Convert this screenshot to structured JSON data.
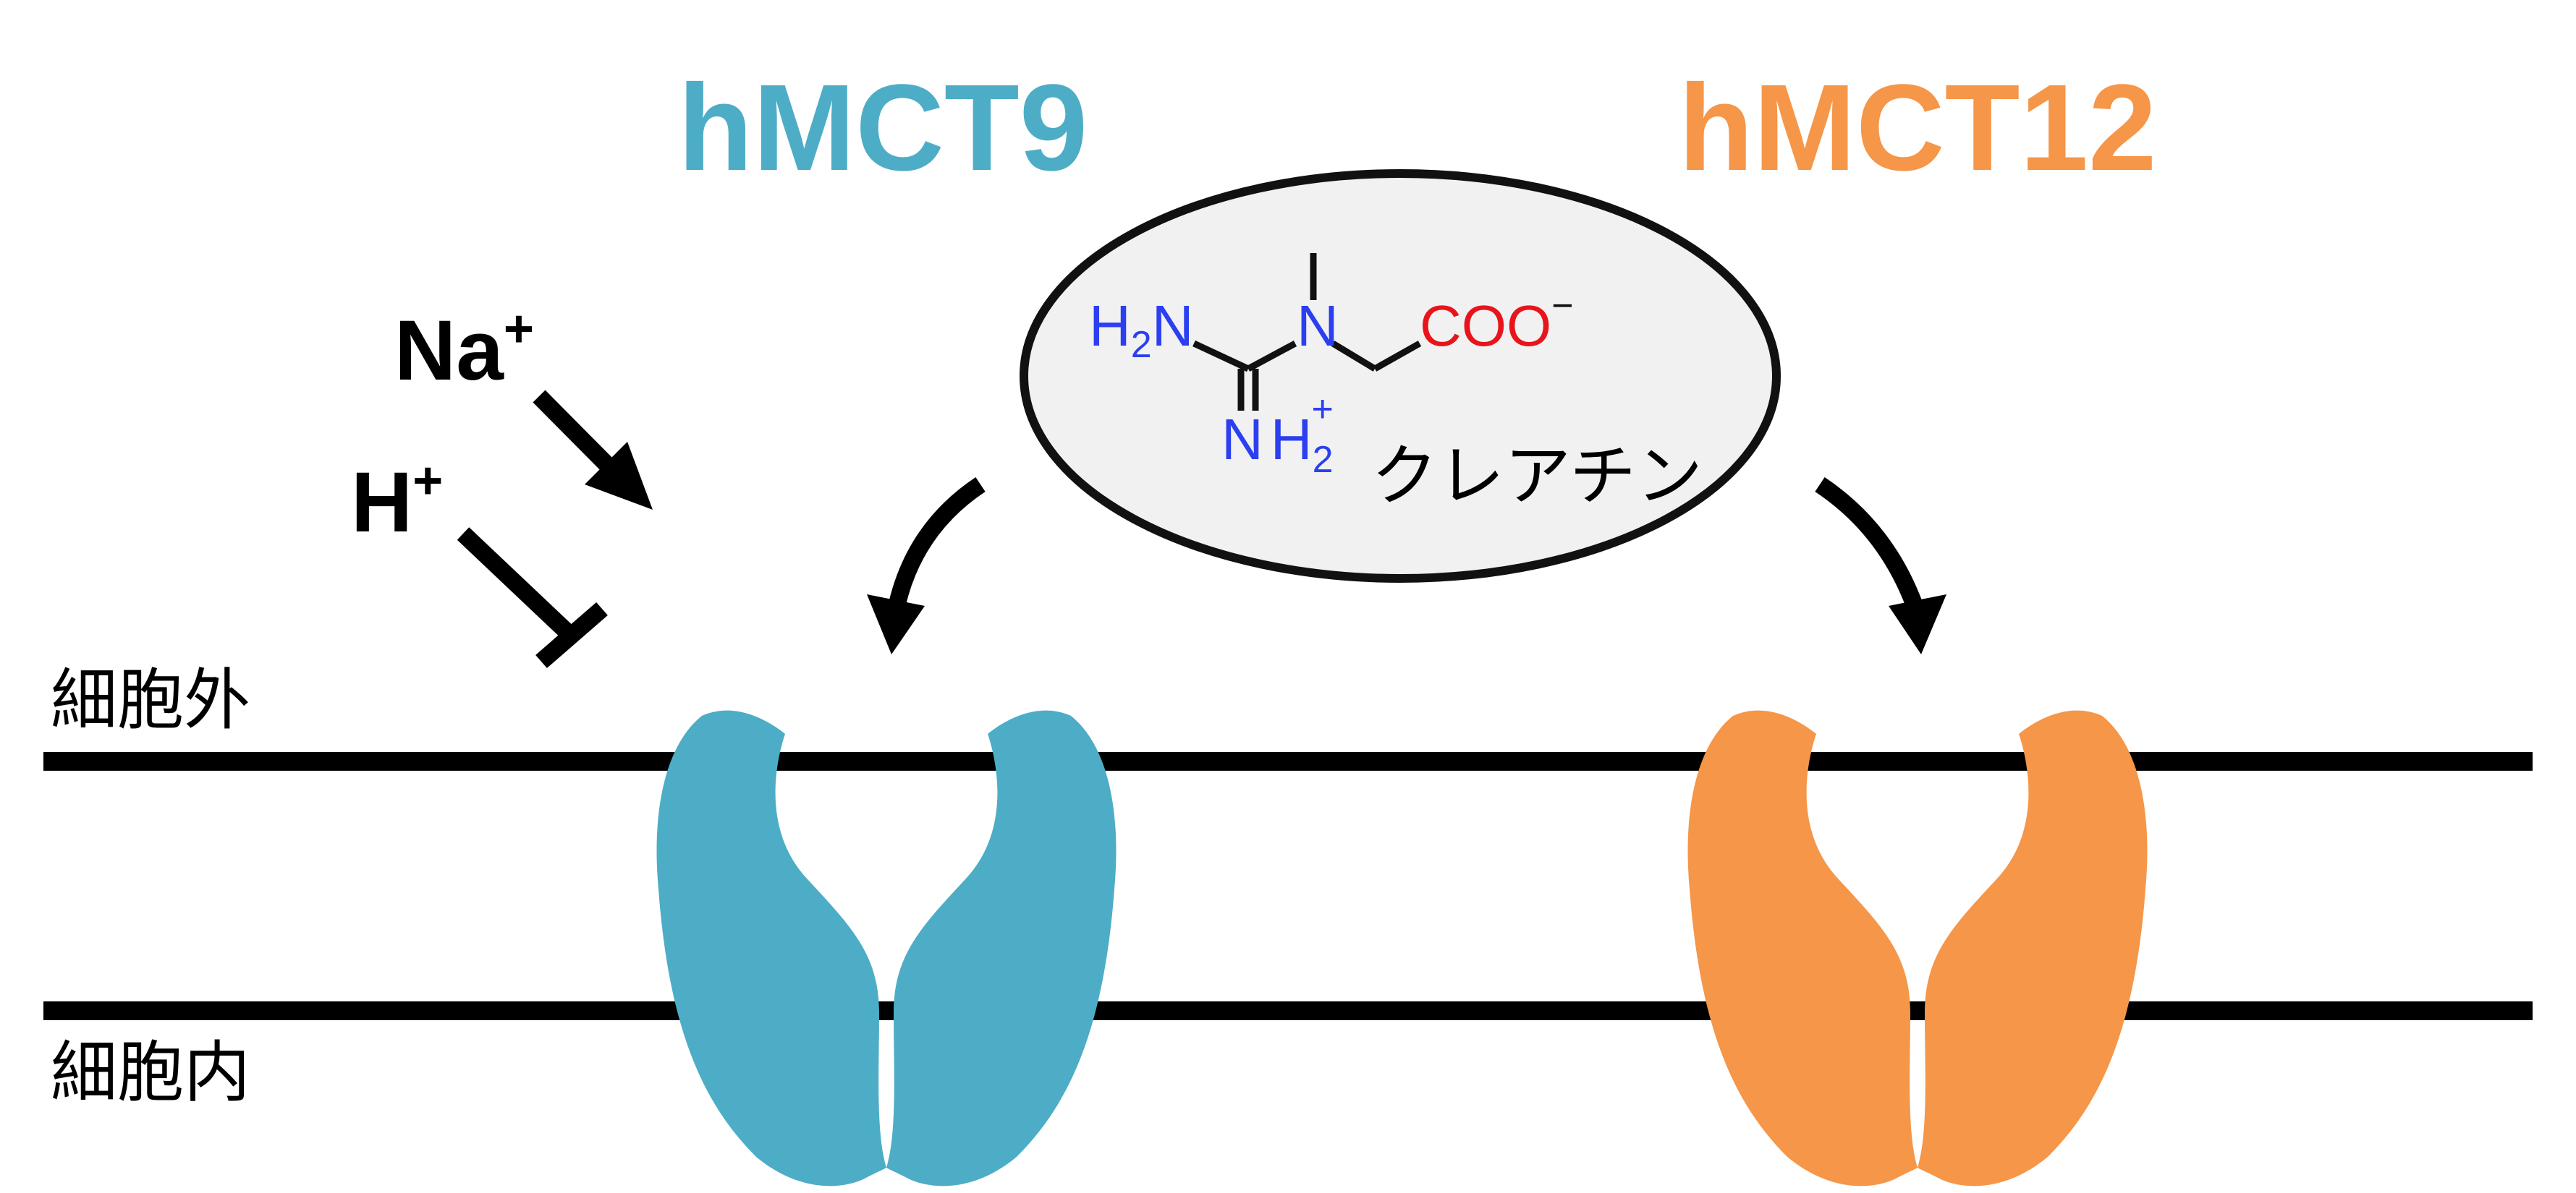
{
  "transporters": [
    {
      "name": "hMCT9",
      "color": "#4dadc6"
    },
    {
      "name": "hMCT12",
      "color": "#f59649"
    }
  ],
  "ions": {
    "sodium": {
      "text": "Na",
      "charge": "+",
      "effect": "activates"
    },
    "proton": {
      "text": "H",
      "charge": "+",
      "effect": "inhibits"
    }
  },
  "compartments": {
    "extracellular": "細胞外",
    "intracellular": "細胞内"
  },
  "substrate": {
    "name": "クレアチン",
    "formula": {
      "amino_group": "H2N",
      "amino_h": "H",
      "amino_sub": "2",
      "amino_n": "N",
      "central_n": "N",
      "imine_n": "N",
      "imine_h": "H",
      "imine_sub": "2",
      "imine_charge": "+",
      "carboxylate": "COO",
      "carboxylate_charge": "−"
    },
    "colors": {
      "nitrogen": "#2b3ff0",
      "carboxylate": "#e8141c",
      "bonds": "#111111",
      "ellipse_fill": "#f1f1f1"
    }
  }
}
